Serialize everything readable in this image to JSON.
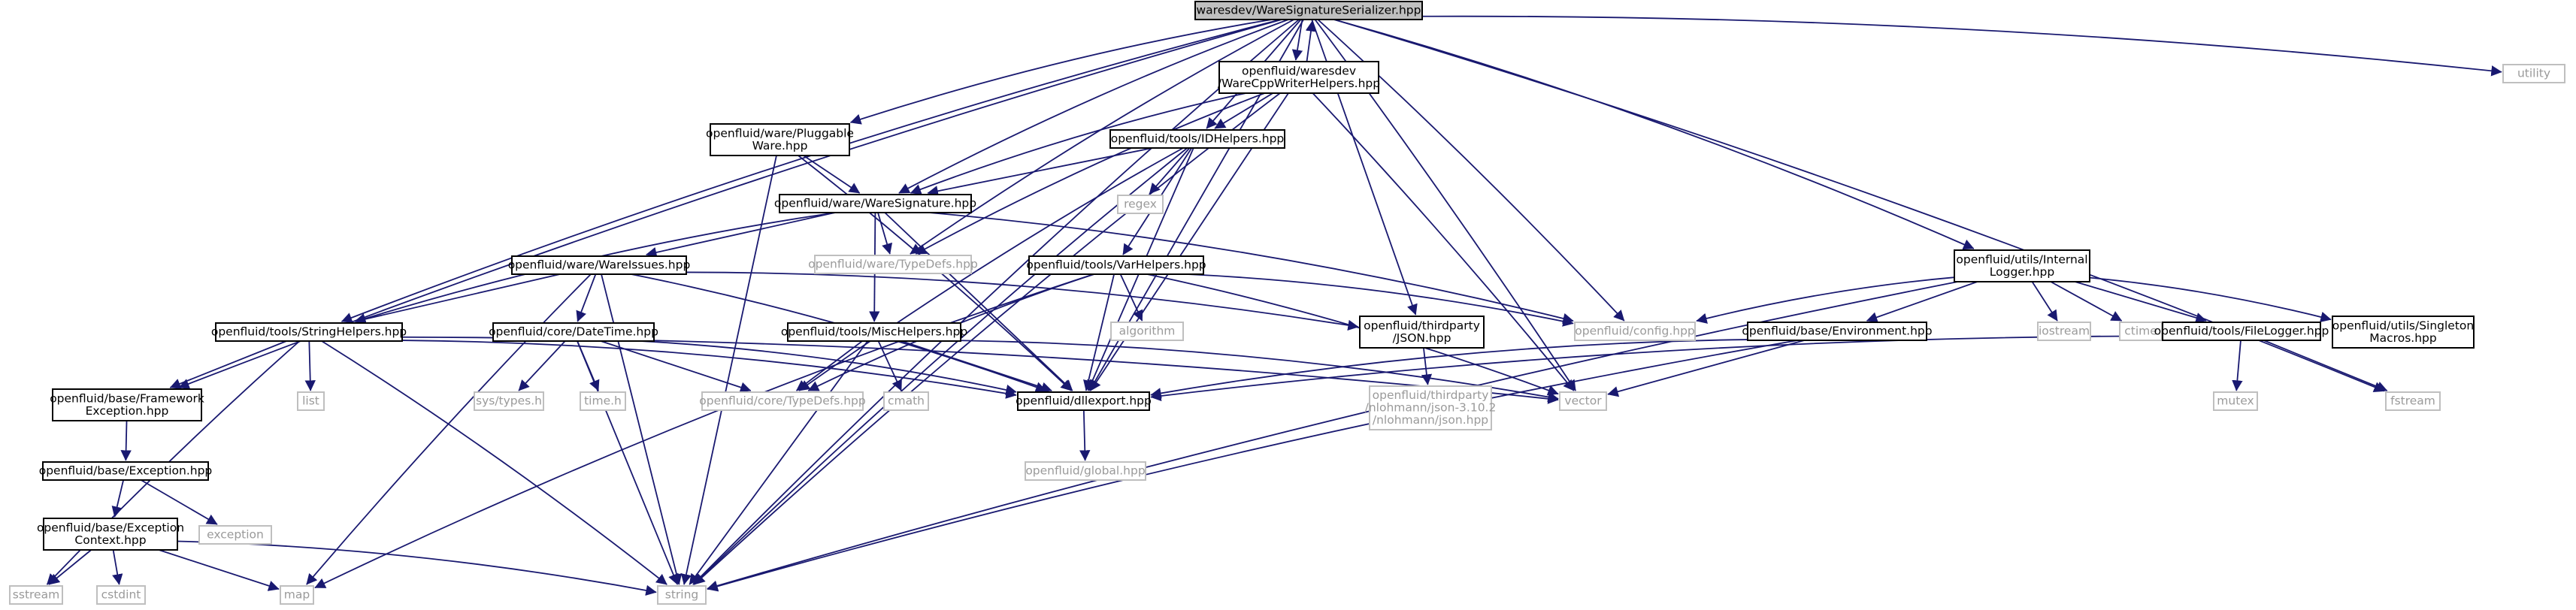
{
  "graph": {
    "title": "waresdev/WareSignatureSerializer.hpp",
    "edge_color": "#191970",
    "root_fill": "#bfbfbf",
    "external_stroke": "#bfbfbf",
    "nodes": [
      {
        "id": "root",
        "kind": "root",
        "lines": [
          "waresdev/WareSignatureSerializer.hpp"
        ]
      },
      {
        "id": "utility",
        "kind": "external",
        "lines": [
          "utility"
        ]
      },
      {
        "id": "cpp_writer",
        "kind": "internal",
        "lines": [
          "openfluid/waresdev",
          "/WareCppWriterHelpers.hpp"
        ]
      },
      {
        "id": "pluggable",
        "kind": "internal",
        "lines": [
          "openfluid/ware/Pluggable",
          "Ware.hpp"
        ]
      },
      {
        "id": "idhelpers",
        "kind": "internal",
        "lines": [
          "openfluid/tools/IDHelpers.hpp"
        ]
      },
      {
        "id": "waresig",
        "kind": "internal",
        "lines": [
          "openfluid/ware/WareSignature.hpp"
        ]
      },
      {
        "id": "regex",
        "kind": "external",
        "lines": [
          "regex"
        ]
      },
      {
        "id": "typedefs",
        "kind": "external",
        "lines": [
          "openfluid/ware/TypeDefs.hpp"
        ]
      },
      {
        "id": "wareissues",
        "kind": "internal",
        "lines": [
          "openfluid/ware/WareIssues.hpp"
        ]
      },
      {
        "id": "varhelpers",
        "kind": "internal",
        "lines": [
          "openfluid/tools/VarHelpers.hpp"
        ]
      },
      {
        "id": "internal_logger",
        "kind": "internal",
        "lines": [
          "openfluid/utils/Internal",
          "Logger.hpp"
        ]
      },
      {
        "id": "algorithm",
        "kind": "external",
        "lines": [
          "algorithm"
        ]
      },
      {
        "id": "stringhelpers",
        "kind": "internal",
        "lines": [
          "openfluid/tools/StringHelpers.hpp"
        ]
      },
      {
        "id": "datetime",
        "kind": "internal",
        "lines": [
          "openfluid/core/DateTime.hpp"
        ]
      },
      {
        "id": "mischelpers",
        "kind": "internal",
        "lines": [
          "openfluid/tools/MiscHelpers.hpp"
        ]
      },
      {
        "id": "json",
        "kind": "internal",
        "lines": [
          "openfluid/thirdparty",
          "/JSON.hpp"
        ]
      },
      {
        "id": "config",
        "kind": "external",
        "lines": [
          "openfluid/config.hpp"
        ]
      },
      {
        "id": "environment",
        "kind": "internal",
        "lines": [
          "openfluid/base/Environment.hpp"
        ]
      },
      {
        "id": "iostream",
        "kind": "external",
        "lines": [
          "iostream"
        ]
      },
      {
        "id": "ctime",
        "kind": "external",
        "lines": [
          "ctime"
        ]
      },
      {
        "id": "filelogger",
        "kind": "internal",
        "lines": [
          "openfluid/tools/FileLogger.hpp"
        ]
      },
      {
        "id": "singleton",
        "kind": "internal",
        "lines": [
          "openfluid/utils/Singleton",
          "Macros.hpp"
        ]
      },
      {
        "id": "list",
        "kind": "external",
        "lines": [
          "list"
        ]
      },
      {
        "id": "framework_exc",
        "kind": "internal",
        "lines": [
          "openfluid/base/Framework",
          "Exception.hpp"
        ]
      },
      {
        "id": "systypes",
        "kind": "external",
        "lines": [
          "sys/types.h"
        ]
      },
      {
        "id": "timeh",
        "kind": "external",
        "lines": [
          "time.h"
        ]
      },
      {
        "id": "coretypedefs",
        "kind": "external",
        "lines": [
          "openfluid/core/TypeDefs.hpp"
        ]
      },
      {
        "id": "cmath",
        "kind": "external",
        "lines": [
          "cmath"
        ]
      },
      {
        "id": "dllexport",
        "kind": "internal",
        "lines": [
          "openfluid/dllexport.hpp"
        ]
      },
      {
        "id": "vector",
        "kind": "external",
        "lines": [
          "vector"
        ]
      },
      {
        "id": "nlohmann",
        "kind": "external",
        "lines": [
          "openfluid/thirdparty",
          "/nlohmann/json-3.10.2",
          "/nlohmann/json.hpp"
        ]
      },
      {
        "id": "mutex",
        "kind": "external",
        "lines": [
          "mutex"
        ]
      },
      {
        "id": "fstream",
        "kind": "external",
        "lines": [
          "fstream"
        ]
      },
      {
        "id": "global",
        "kind": "external",
        "lines": [
          "openfluid/global.hpp"
        ]
      },
      {
        "id": "exception_hpp",
        "kind": "internal",
        "lines": [
          "openfluid/base/Exception.hpp"
        ]
      },
      {
        "id": "exception",
        "kind": "external",
        "lines": [
          "exception"
        ]
      },
      {
        "id": "exc_context",
        "kind": "internal",
        "lines": [
          "openfluid/base/Exception",
          "Context.hpp"
        ]
      },
      {
        "id": "sstream",
        "kind": "external",
        "lines": [
          "sstream"
        ]
      },
      {
        "id": "cstdint",
        "kind": "external",
        "lines": [
          "cstdint"
        ]
      },
      {
        "id": "map",
        "kind": "external",
        "lines": [
          "map"
        ]
      },
      {
        "id": "string",
        "kind": "external",
        "lines": [
          "string"
        ]
      }
    ],
    "edges": [
      [
        "root",
        "utility"
      ],
      [
        "root",
        "cpp_writer"
      ],
      [
        "root",
        "pluggable"
      ],
      [
        "root",
        "idhelpers"
      ],
      [
        "root",
        "waresig"
      ],
      [
        "root",
        "typedefs"
      ],
      [
        "root",
        "internal_logger"
      ],
      [
        "root",
        "stringhelpers"
      ],
      [
        "root",
        "json"
      ],
      [
        "root",
        "config"
      ],
      [
        "root",
        "framework_exc"
      ],
      [
        "root",
        "dllexport"
      ],
      [
        "root",
        "vector"
      ],
      [
        "root",
        "fstream"
      ],
      [
        "root",
        "string"
      ],
      [
        "cpp_writer",
        "root"
      ],
      [
        "cpp_writer",
        "idhelpers"
      ],
      [
        "cpp_writer",
        "waresig"
      ],
      [
        "cpp_writer",
        "typedefs"
      ],
      [
        "cpp_writer",
        "dllexport"
      ],
      [
        "cpp_writer",
        "vector"
      ],
      [
        "cpp_writer",
        "string"
      ],
      [
        "pluggable",
        "waresig"
      ],
      [
        "pluggable",
        "dllexport"
      ],
      [
        "pluggable",
        "string"
      ],
      [
        "idhelpers",
        "waresig"
      ],
      [
        "idhelpers",
        "regex"
      ],
      [
        "idhelpers",
        "varhelpers"
      ],
      [
        "idhelpers",
        "coretypedefs"
      ],
      [
        "idhelpers",
        "dllexport"
      ],
      [
        "idhelpers",
        "string"
      ],
      [
        "waresig",
        "typedefs"
      ],
      [
        "waresig",
        "wareissues"
      ],
      [
        "waresig",
        "stringhelpers"
      ],
      [
        "waresig",
        "mischelpers"
      ],
      [
        "waresig",
        "config"
      ],
      [
        "waresig",
        "dllexport"
      ],
      [
        "wareissues",
        "stringhelpers"
      ],
      [
        "wareissues",
        "datetime"
      ],
      [
        "wareissues",
        "json"
      ],
      [
        "wareissues",
        "dllexport"
      ],
      [
        "wareissues",
        "map"
      ],
      [
        "wareissues",
        "string"
      ],
      [
        "varhelpers",
        "algorithm"
      ],
      [
        "varhelpers",
        "coretypedefs"
      ],
      [
        "varhelpers",
        "dllexport"
      ],
      [
        "varhelpers",
        "vector"
      ],
      [
        "varhelpers",
        "map"
      ],
      [
        "varhelpers",
        "config"
      ],
      [
        "internal_logger",
        "config"
      ],
      [
        "internal_logger",
        "environment"
      ],
      [
        "internal_logger",
        "iostream"
      ],
      [
        "internal_logger",
        "ctime"
      ],
      [
        "internal_logger",
        "filelogger"
      ],
      [
        "internal_logger",
        "singleton"
      ],
      [
        "internal_logger",
        "string"
      ],
      [
        "stringhelpers",
        "list"
      ],
      [
        "stringhelpers",
        "framework_exc"
      ],
      [
        "stringhelpers",
        "dllexport"
      ],
      [
        "stringhelpers",
        "vector"
      ],
      [
        "stringhelpers",
        "sstream"
      ],
      [
        "stringhelpers",
        "string"
      ],
      [
        "datetime",
        "systypes"
      ],
      [
        "datetime",
        "timeh"
      ],
      [
        "datetime",
        "coretypedefs"
      ],
      [
        "datetime",
        "dllexport"
      ],
      [
        "datetime",
        "string"
      ],
      [
        "mischelpers",
        "coretypedefs"
      ],
      [
        "mischelpers",
        "cmath"
      ],
      [
        "mischelpers",
        "dllexport"
      ],
      [
        "mischelpers",
        "vector"
      ],
      [
        "mischelpers",
        "string"
      ],
      [
        "json",
        "nlohmann"
      ],
      [
        "environment",
        "dllexport"
      ],
      [
        "environment",
        "vector"
      ],
      [
        "environment",
        "string"
      ],
      [
        "filelogger",
        "dllexport"
      ],
      [
        "filelogger",
        "mutex"
      ],
      [
        "filelogger",
        "fstream"
      ],
      [
        "framework_exc",
        "exception_hpp"
      ],
      [
        "exception_hpp",
        "exception"
      ],
      [
        "exception_hpp",
        "exc_context"
      ],
      [
        "exc_context",
        "sstream"
      ],
      [
        "exc_context",
        "cstdint"
      ],
      [
        "exc_context",
        "map"
      ],
      [
        "exc_context",
        "string"
      ],
      [
        "dllexport",
        "global"
      ]
    ]
  }
}
